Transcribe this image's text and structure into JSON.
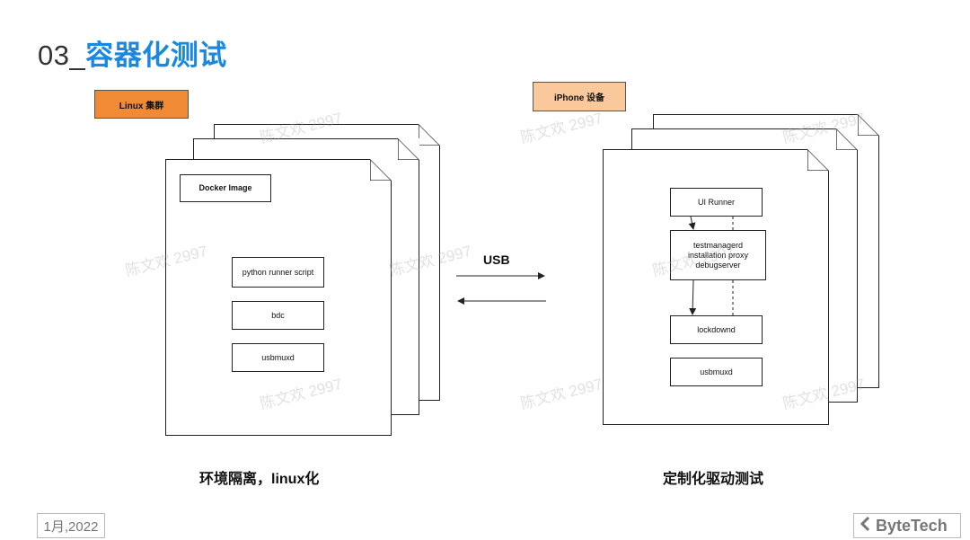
{
  "title": {
    "number": "03_",
    "text": "容器化测试"
  },
  "left": {
    "tag": "Linux 集群",
    "tag_color": "#f08a34",
    "image_label": "Docker Image",
    "components": [
      "python runner script",
      "bdc",
      "usbmuxd"
    ],
    "caption": "环境隔离，linux化"
  },
  "connection": {
    "label": "USB"
  },
  "right": {
    "tag": "iPhone 设备",
    "tag_color": "#f9c89b",
    "runner": "UI Runner",
    "services": [
      "testmanagerd",
      "installation proxy",
      "debugserver"
    ],
    "lockdown": "lockdownd",
    "usbmux": "usbmuxd",
    "caption": "定制化驱动测试"
  },
  "watermark": "陈文欢 2997",
  "footer": {
    "date": "1月,2022",
    "logo": "ByteTech"
  }
}
